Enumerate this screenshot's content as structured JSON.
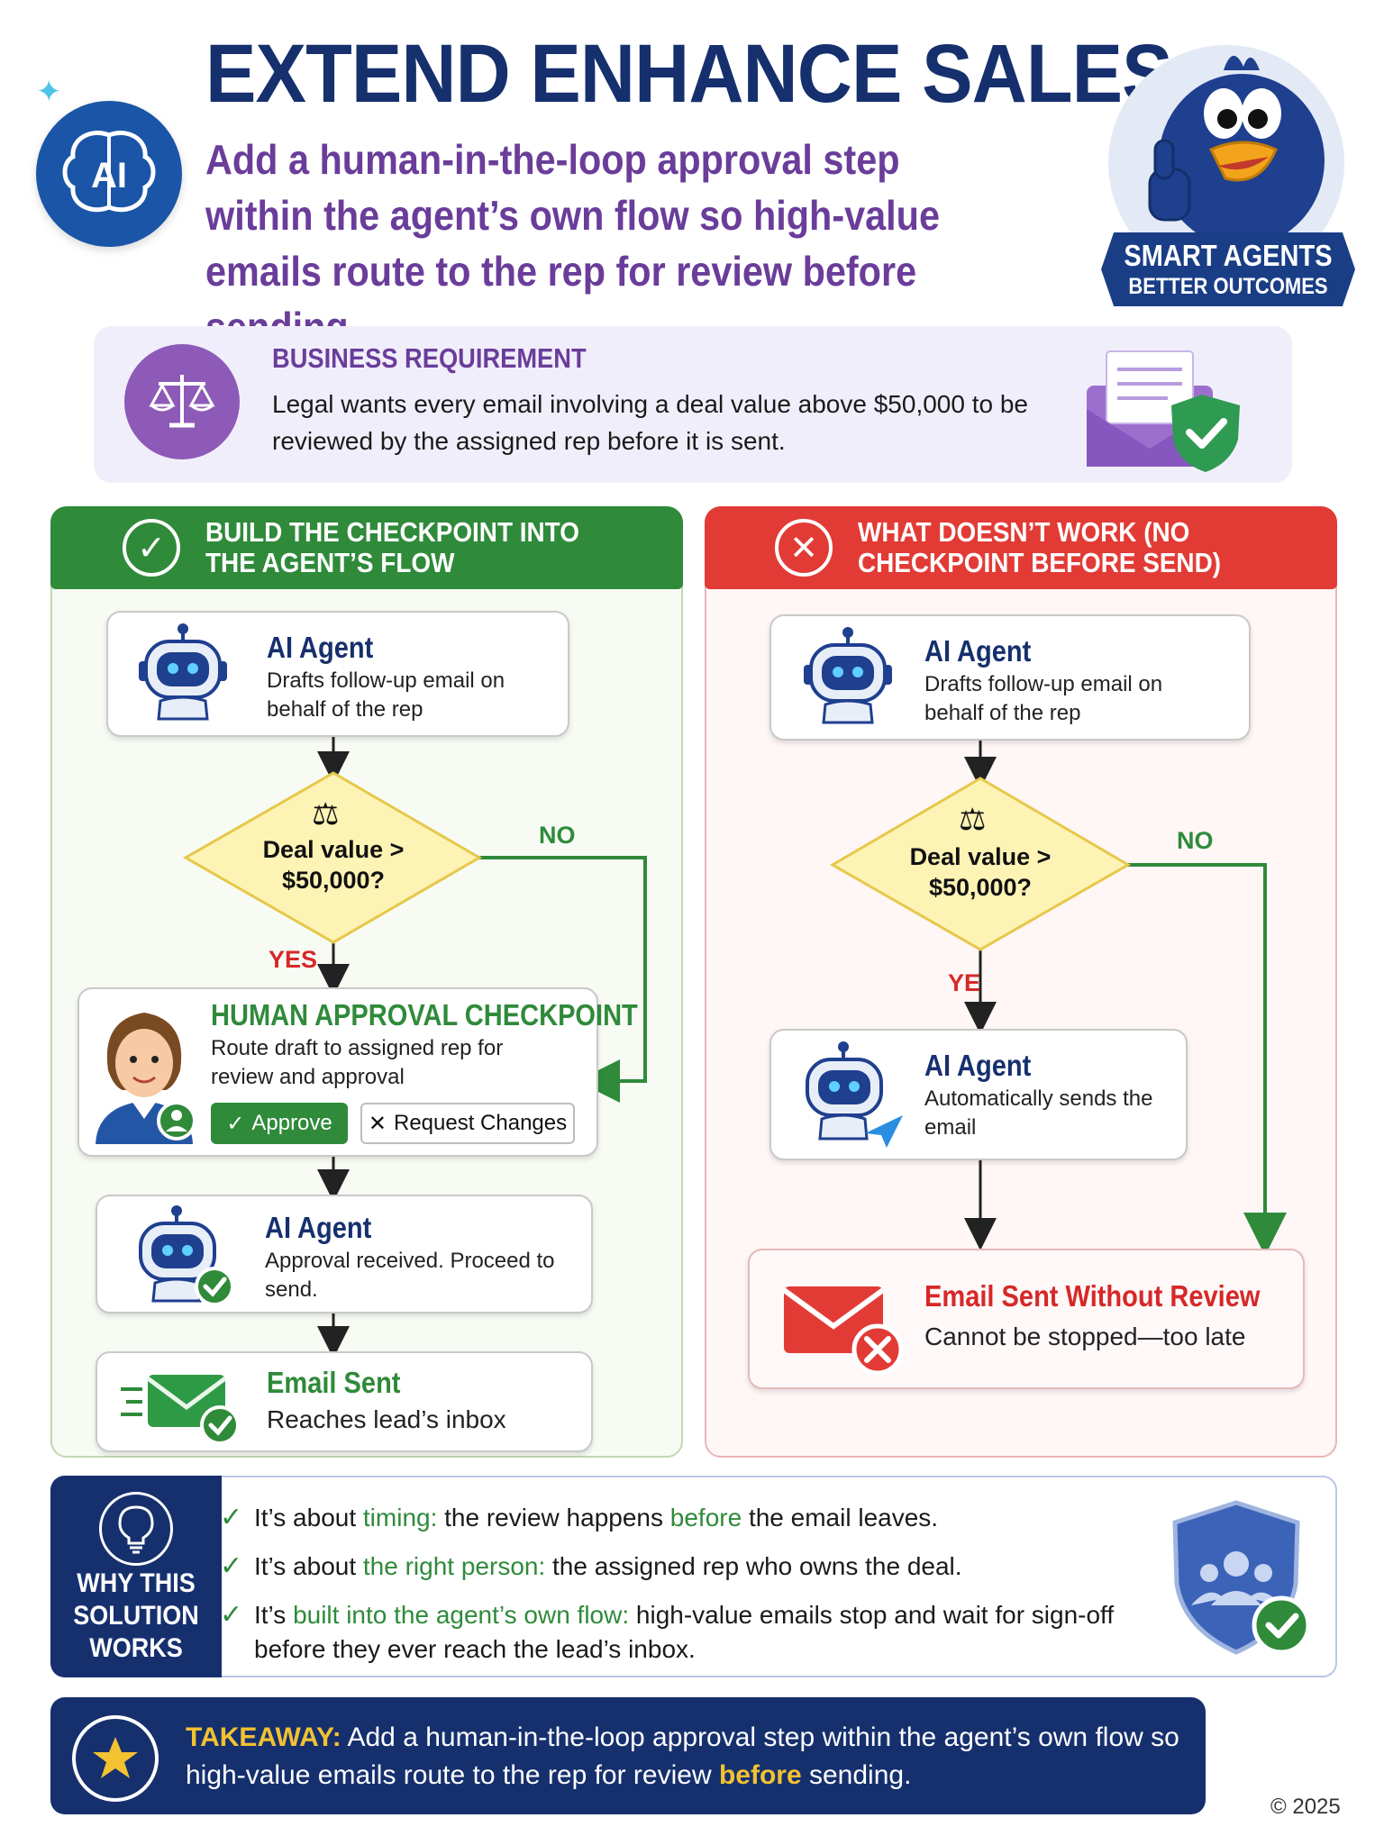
{
  "header": {
    "title": "EXTEND ENHANCE SALES",
    "subtitle": "Add a human-in-the-loop approval step within the agent’s own flow so high-value emails route to the rep for review before sending",
    "logo_text": "AI",
    "banner_line1": "SMART AGENTS",
    "banner_line2": "BETTER OUTCOMES"
  },
  "requirement": {
    "heading": "BUSINESS REQUIREMENT",
    "text": "Legal wants every email involving a deal value above $50,000 to be reviewed by the assigned rep before it is sent."
  },
  "left": {
    "header": "BUILD THE CHECKPOINT INTO THE AGENT’S FLOW",
    "agent1_title": "AI Agent",
    "agent1_text": "Drafts follow-up email on behalf of the rep",
    "diamond": "Deal value > $50,000?",
    "no_label": "NO",
    "yes_label": "YES",
    "checkpoint_title": "HUMAN APPROVAL CHECKPOINT",
    "checkpoint_text": "Route draft to assigned rep for review and approval",
    "approve_label": "Approve",
    "request_label": "Request Changes",
    "agent2_title": "AI Agent",
    "agent2_text": "Approval received. Proceed to send.",
    "sent_title": "Email Sent",
    "sent_text": "Reaches lead’s inbox"
  },
  "right": {
    "header": "WHAT DOESN’T WORK (NO CHECKPOINT BEFORE SEND)",
    "agent1_title": "AI Agent",
    "agent1_text": "Drafts follow-up email on behalf of the rep",
    "diamond": "Deal value > $50,000?",
    "no_label": "NO",
    "yes_label": "YE",
    "agent2_title": "AI Agent",
    "agent2_text": "Automatically sends the email",
    "sent_title": "Email Sent Without Review",
    "sent_text": "Cannot be stopped—too late"
  },
  "why": {
    "title": "WHY THIS SOLUTION WORKS",
    "item1_pre": "It’s about ",
    "item1_hl": "timing:",
    "item1_mid": " the review happens ",
    "item1_hl2": "before",
    "item1_post": " the email leaves.",
    "item2_pre": "It’s about ",
    "item2_hl": "the right person:",
    "item2_post": " the assigned rep who owns the deal.",
    "item3_pre": "It’s ",
    "item3_hl": "built into the agent’s own flow:",
    "item3_post": " high-value emails stop and wait for sign-off before they ever reach the lead’s inbox."
  },
  "takeaway": {
    "label": "TAKEAWAY:",
    "text_pre": " Add a human-in-the-loop approval step within the agent’s own flow so high-value emails route to the rep for review ",
    "hl": "before",
    "text_post": " sending."
  },
  "copyright": "© 2025",
  "colors": {
    "navy": "#16306e",
    "purple": "#6a3d9a",
    "green": "#2f8a3a",
    "red": "#e23b36",
    "diamond_fill": "#fdf3b5",
    "highlight_yellow": "#f2c230"
  },
  "icons": [
    "sparkle-icon",
    "brain-ai-icon",
    "bird-mascot-icon",
    "scales-icon",
    "envelope-shield-icon",
    "check-circle-icon",
    "x-circle-icon",
    "robot-icon",
    "person-icon",
    "envelope-check-icon",
    "envelope-x-icon",
    "lightbulb-icon",
    "shield-users-icon",
    "star-icon"
  ]
}
